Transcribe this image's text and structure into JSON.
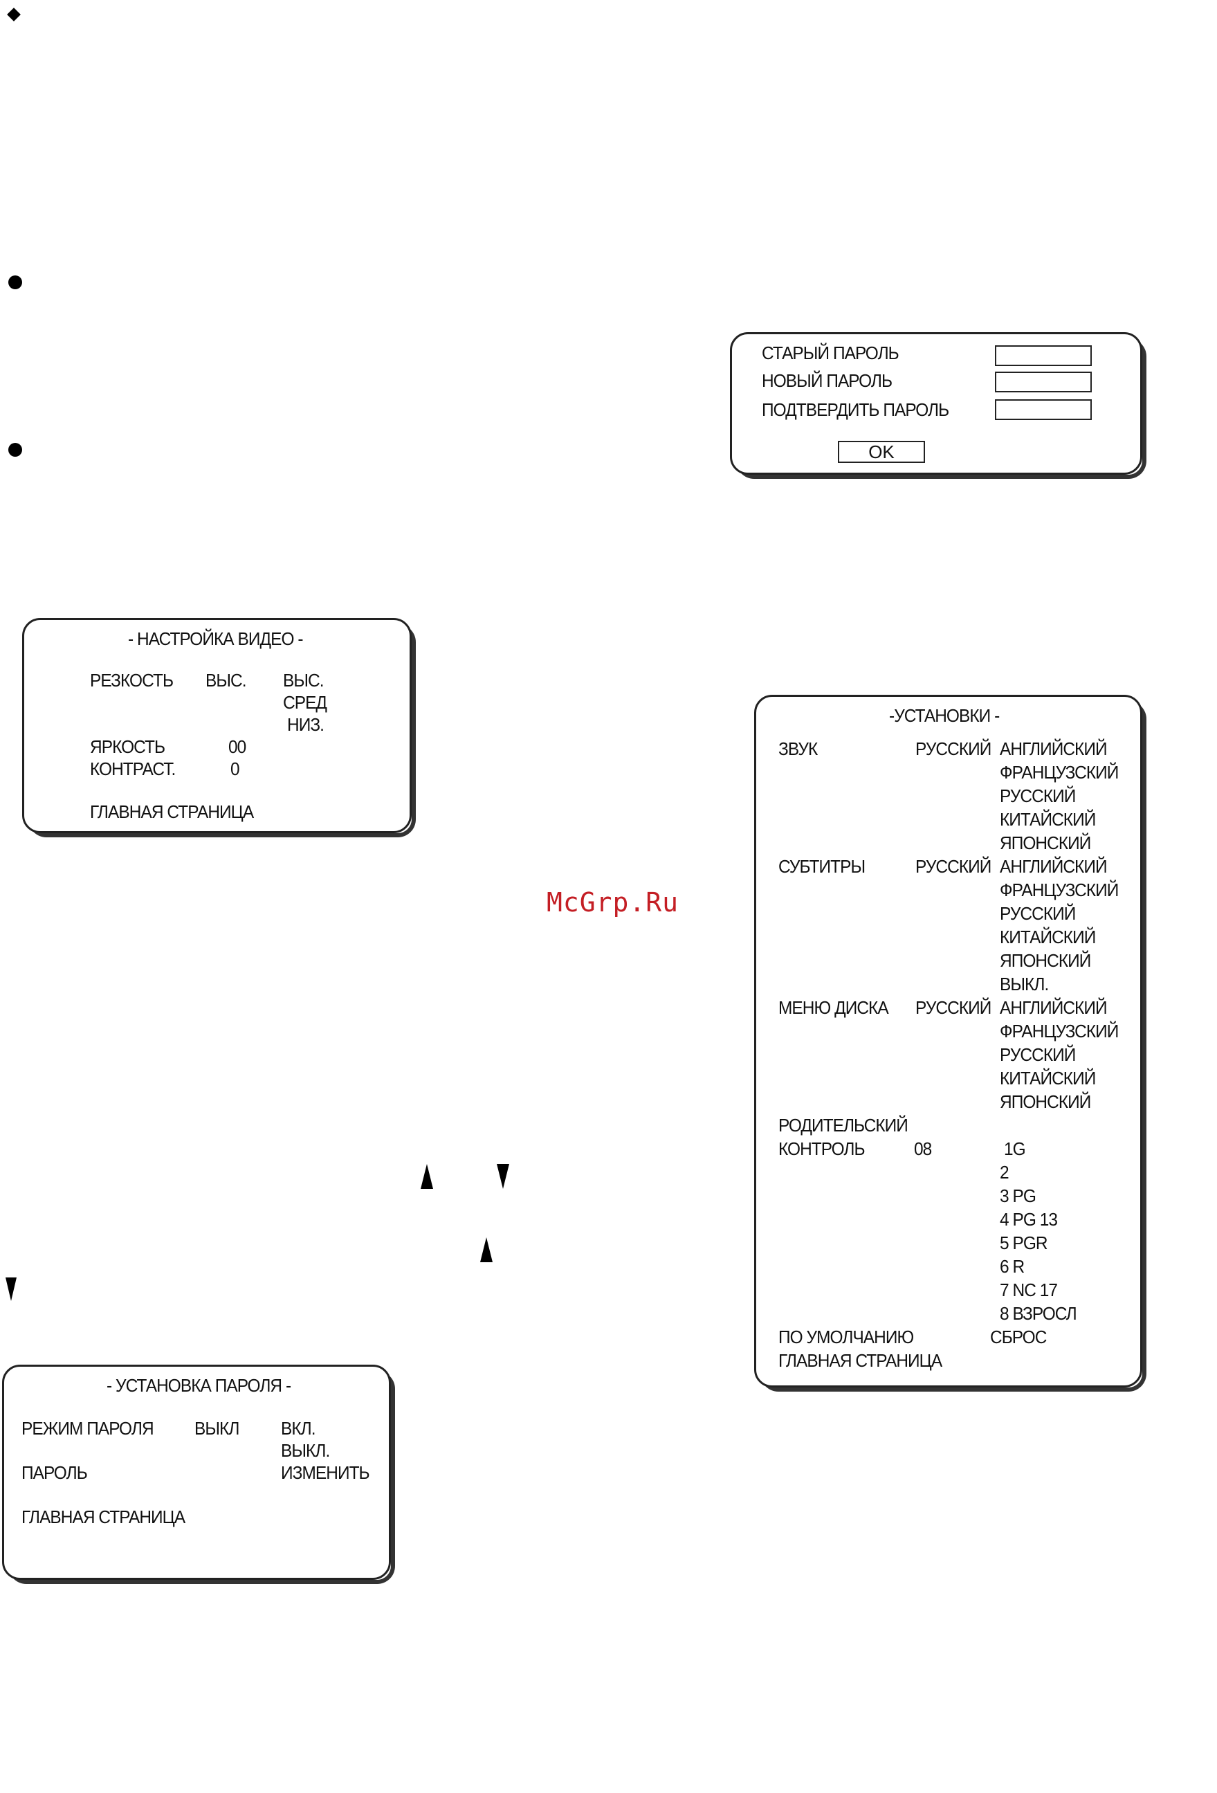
{
  "password_dialog": {
    "old_password_label": "СТАРЫЙ ПАРОЛЬ",
    "new_password_label": "НОВЫЙ ПАРОЛЬ",
    "confirm_password_label": "ПОДТВЕРДИТЬ ПАРОЛЬ",
    "ok_label": "OK"
  },
  "video_setup": {
    "title": "- НАСТРОЙКА ВИДЕО -",
    "sharpness_label": "РЕЗКОСТЬ",
    "sharpness_value": "ВЫС.",
    "sharpness_options": [
      "ВЫС.",
      "СРЕД",
      "НИЗ."
    ],
    "brightness_label": "ЯРКОСТЬ",
    "brightness_value": "00",
    "contrast_label": "КОНТРАСТ.",
    "contrast_value": "0",
    "main_page_label": "ГЛАВНАЯ СТРАНИЦА"
  },
  "password_setup": {
    "title": "- УСТАНОВКА  ПАРОЛЯ -",
    "mode_label": "РЕЖИМ ПАРОЛЯ",
    "mode_value": "ВЫКЛ",
    "mode_options": [
      "ВКЛ.",
      "ВЫКЛ."
    ],
    "password_label": "ПАРОЛЬ",
    "password_action": "ИЗМЕНИТЬ",
    "main_page_label": "ГЛАВНАЯ  СТРАНИЦА"
  },
  "settings": {
    "title": "-УСТАНОВКИ -",
    "audio_label": "ЗВУК",
    "audio_value": "РУССКИЙ",
    "audio_options": [
      "АНГЛИЙСКИЙ",
      "ФРАНЦУЗСКИЙ",
      "РУССКИЙ",
      "КИТАЙСКИЙ",
      "ЯПОНСКИЙ"
    ],
    "subtitles_label": "СУБТИТРЫ",
    "subtitles_value": "РУССКИЙ",
    "subtitles_options": [
      "АНГЛИЙСКИЙ",
      "ФРАНЦУЗСКИЙ",
      "РУССКИЙ",
      "КИТАЙСКИЙ",
      "ЯПОНСКИЙ",
      "ВЫКЛ."
    ],
    "disc_menu_label": "МЕНЮ ДИСКА",
    "disc_menu_value": "РУССКИЙ",
    "disc_menu_options": [
      "АНГЛИЙСКИЙ",
      "ФРАНЦУЗСКИЙ",
      "РУССКИЙ",
      "КИТАЙСКИЙ",
      "ЯПОНСКИЙ"
    ],
    "parental_label_1": "РОДИТЕЛЬСКИЙ",
    "parental_label_2": "КОНТРОЛЬ",
    "parental_value": "08",
    "parental_options": [
      "1G",
      "2",
      "3 PG",
      "4 PG  13",
      "5 PGR",
      "6 R",
      "7  NC 17",
      "8 ВЗРОСЛ"
    ],
    "default_label": "ПО УМОЛЧАНИЮ",
    "reset_label": "СБРОС",
    "main_page_label": "ГЛАВНАЯ СТРАНИЦА"
  },
  "watermark": "McGrp.Ru"
}
